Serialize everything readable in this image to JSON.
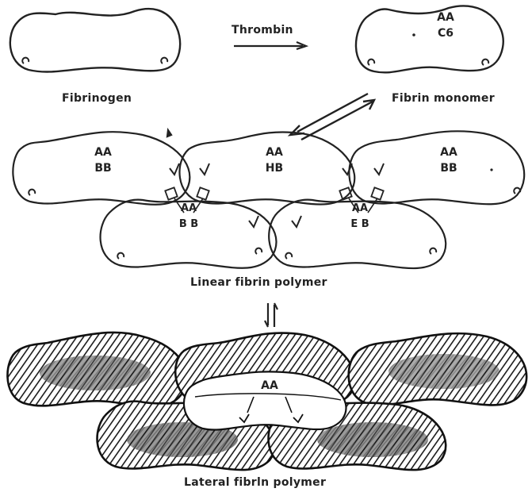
{
  "labels": {
    "fibrinogen": "Fibrinogen",
    "thrombin": "Thrombin",
    "fibrin_monomer": "Fibrin monomer",
    "linear_polymer": "Linear fibrin polymer",
    "lateral_polymer": "Lateral fibrln polymer"
  },
  "monomer_text": {
    "top": "AA",
    "bottom": "C6"
  },
  "polymer_text": {
    "upper_left": [
      "AA",
      "BB"
    ],
    "upper_middle": [
      "AA",
      "HB"
    ],
    "upper_right": [
      "AA",
      "BB"
    ],
    "junction_left": [
      "AA",
      "B B"
    ],
    "junction_right": [
      "AA",
      "E B"
    ],
    "lateral_center": "AA"
  },
  "colors": {
    "ink": "#222222",
    "background": "#ffffff",
    "hatch": "#1a1a1a"
  }
}
